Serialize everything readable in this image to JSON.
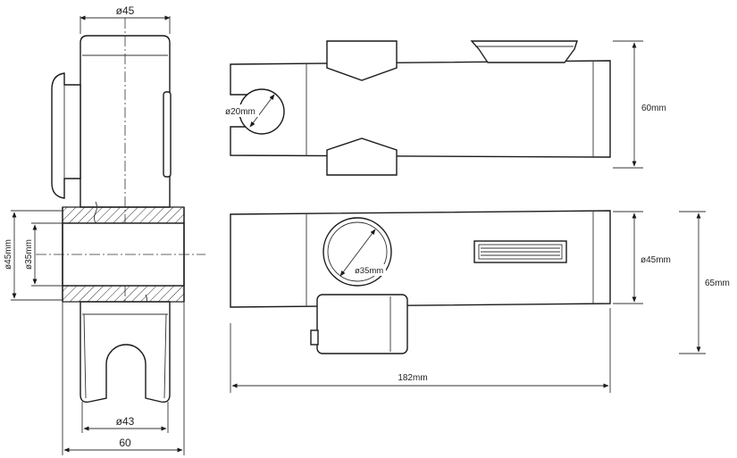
{
  "dimensions": {
    "d45_top": "ø45",
    "d43_bottom": "ø43",
    "w60": "60",
    "d45mm_left": "ø45mm",
    "d35mm_left": "ø35mm",
    "d20mm": "ø20mm",
    "h60mm": "60mm",
    "d35mm_mid": "ø35mm",
    "d45mm_right": "ø45mm",
    "h65mm": "65mm",
    "len182mm": "182mm"
  }
}
